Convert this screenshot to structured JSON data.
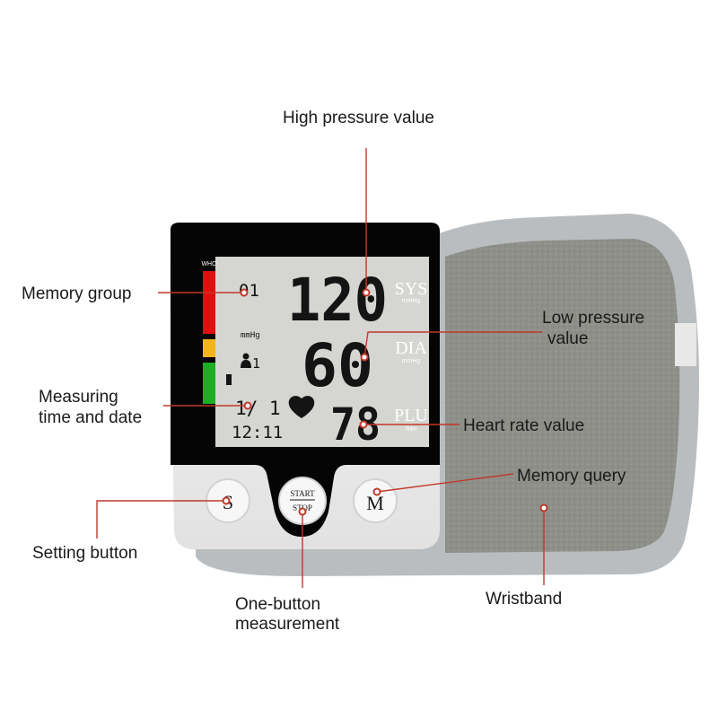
{
  "device": {
    "who_label": "WHO",
    "memory_group": "01",
    "sys_value": "120",
    "sys_label": "SYS",
    "sys_unit": "mmHg",
    "dia_value": "60",
    "dia_label": "DIA",
    "dia_unit": "mmHg",
    "pulse_value": "78",
    "pulse_label": "PLU",
    "pulse_unit": "/Min",
    "lcd_unit": "mmHg",
    "user_number": "1",
    "date": "1/ 1",
    "time": "12:11",
    "buttons": {
      "setting": "S",
      "start": "START",
      "stop": "STOP",
      "memory": "M"
    }
  },
  "callouts": {
    "high_pressure": "High pressure value",
    "memory_group": "Memory group",
    "low_pressure_1": "Low pressure",
    "low_pressure_2": "value",
    "measuring_1": "Measuring",
    "measuring_2": "time and date",
    "heart_rate": "Heart rate value",
    "memory_query": "Memory query",
    "setting_button": "Setting button",
    "one_button_1": "One-button",
    "one_button_2": "measurement",
    "wristband": "Wristband"
  },
  "colors": {
    "callout_line": "#c0392b",
    "lcd": "#d5d6d2",
    "bar_red": "#e01010",
    "bar_yellow": "#f2b51a",
    "bar_green": "#1cae24"
  }
}
